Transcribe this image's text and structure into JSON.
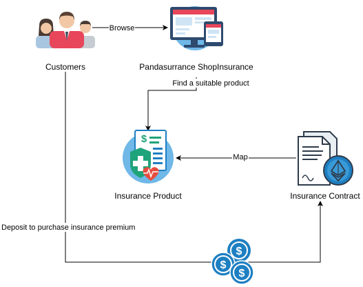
{
  "nodes": {
    "customers": {
      "label": "Customers",
      "icon": "customers-group-icon"
    },
    "shop": {
      "label": "Pandasurrance ShopInsurance",
      "icon": "web-shop-monitor-icon"
    },
    "product": {
      "label": "Insurance Product",
      "icon": "insurance-product-document-icon"
    },
    "contract": {
      "label": "Insurance Contract",
      "icon": "ethereum-contract-document-icon"
    },
    "premium": {
      "icon": "dollar-coins-icon"
    }
  },
  "edges": {
    "browse": {
      "label": "Browse",
      "from": "customers",
      "to": "shop"
    },
    "find": {
      "label": "Find a suitable product",
      "from": "shop",
      "to": "product"
    },
    "map": {
      "label": "Map",
      "from": "contract",
      "to": "product"
    },
    "deposit": {
      "label": "Deposit to purchase insurance premium",
      "from": "customers",
      "to": "contract"
    }
  },
  "colors": {
    "accent_blue": "#1e7fc2",
    "light_blue": "#6fb8e8",
    "green": "#1fa37a",
    "red": "#e84c3d",
    "edge": "#000000"
  }
}
